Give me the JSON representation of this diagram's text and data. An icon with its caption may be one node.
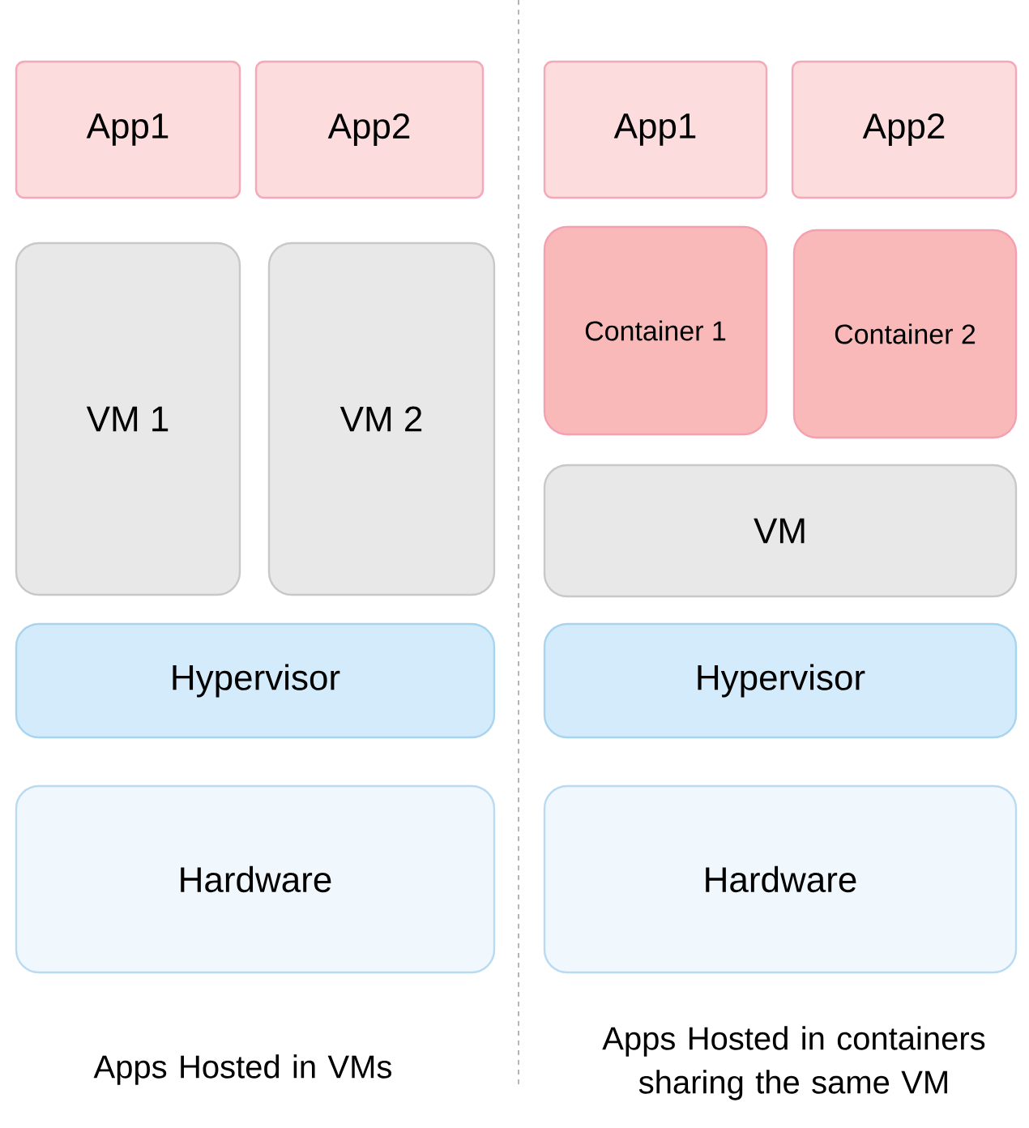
{
  "diagram": {
    "nodes": [
      {
        "text": [
          "App1"
        ]
      },
      {
        "text": [
          "App2"
        ]
      },
      {
        "text": [
          "VM 1"
        ]
      },
      {
        "text": [
          "VM 2"
        ]
      },
      {
        "text": [
          "Hypervisor"
        ]
      },
      {
        "text": [
          "Hardware"
        ]
      },
      {
        "text": [
          "App1"
        ]
      },
      {
        "text": [
          "App2"
        ]
      },
      {
        "text": [
          "Container 1"
        ]
      },
      {
        "text": [
          "Container 2"
        ]
      },
      {
        "text": [
          "VM"
        ]
      },
      {
        "text": [
          "Hypervisor"
        ]
      },
      {
        "text": [
          "Hardware"
        ]
      }
    ],
    "labels": [
      "Apps Hosted in VMs",
      "Apps Hosted in containers sharing the same VM"
    ]
  }
}
